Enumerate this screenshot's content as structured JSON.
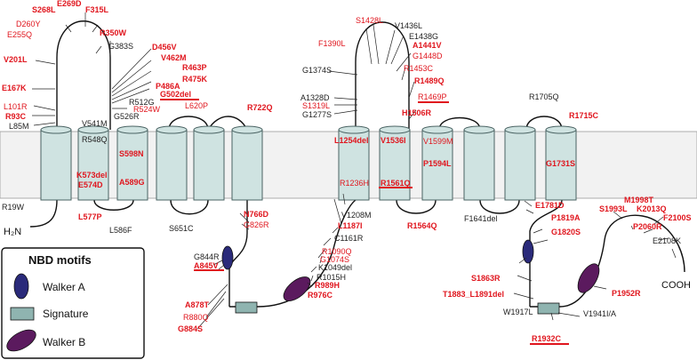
{
  "termini": {
    "n_terminus": "H₂N",
    "c_terminus": "COOH"
  },
  "legend": {
    "title": "NBD motifs",
    "walker_a": "Walker A",
    "signature": "Signature",
    "walker_b": "Walker B"
  },
  "colors": {
    "membrane": "#f2f2f2",
    "helix_fill": "#cfe3e1",
    "helix_stroke": "#4a6363",
    "walker_a": "#2a2a7a",
    "signature": "#8fb4b0",
    "walker_b": "#5b1a5e",
    "mutation_red": "#e0161e",
    "mutation_black": "#222222"
  },
  "mutations": [
    {
      "id": "m-e269d",
      "label": "E269D",
      "color": "red",
      "bold": true,
      "underline": false
    },
    {
      "id": "m-s268l",
      "label": "S268L",
      "color": "red",
      "bold": true,
      "underline": false
    },
    {
      "id": "m-f315l",
      "label": "F315L",
      "color": "red",
      "bold": true,
      "underline": false
    },
    {
      "id": "m-d260y",
      "label": "D260Y",
      "color": "red",
      "bold": false,
      "underline": false
    },
    {
      "id": "m-e255q",
      "label": "E255Q",
      "color": "red",
      "bold": false,
      "underline": false
    },
    {
      "id": "m-r350w",
      "label": "R350W",
      "color": "red",
      "bold": true,
      "underline": false
    },
    {
      "id": "m-g383s",
      "label": "G383S",
      "color": "black",
      "bold": false,
      "underline": false
    },
    {
      "id": "m-v201l",
      "label": "V201L",
      "color": "red",
      "bold": true,
      "underline": false
    },
    {
      "id": "m-d456v",
      "label": "D456V",
      "color": "red",
      "bold": true,
      "underline": false
    },
    {
      "id": "m-v462m",
      "label": "V462M",
      "color": "red",
      "bold": true,
      "underline": false
    },
    {
      "id": "m-r463p",
      "label": "R463P",
      "color": "red",
      "bold": true,
      "underline": false
    },
    {
      "id": "m-r475k",
      "label": "R475K",
      "color": "red",
      "bold": true,
      "underline": false
    },
    {
      "id": "m-p486a",
      "label": "P486A",
      "color": "red",
      "bold": true,
      "underline": false
    },
    {
      "id": "m-e167k",
      "label": "E167K",
      "color": "red",
      "bold": true,
      "underline": false
    },
    {
      "id": "m-r512g",
      "label": "R512G",
      "color": "black",
      "bold": false,
      "underline": false
    },
    {
      "id": "m-g502del",
      "label": "G502del",
      "color": "red",
      "bold": true,
      "underline": true
    },
    {
      "id": "m-l101r",
      "label": "L101R",
      "color": "red",
      "bold": false,
      "underline": false
    },
    {
      "id": "m-r524w",
      "label": "R524W",
      "color": "red",
      "bold": false,
      "underline": false
    },
    {
      "id": "m-l620p",
      "label": "L620P",
      "color": "red",
      "bold": false,
      "underline": false
    },
    {
      "id": "m-r93c",
      "label": "R93C",
      "color": "red",
      "bold": true,
      "underline": false
    },
    {
      "id": "m-g526r",
      "label": "G526R",
      "color": "black",
      "bold": false,
      "underline": false
    },
    {
      "id": "m-l85m",
      "label": "L85M",
      "color": "black",
      "bold": false,
      "underline": false
    },
    {
      "id": "m-v541m",
      "label": "V541M",
      "color": "black",
      "bold": false,
      "underline": false
    },
    {
      "id": "m-r722q",
      "label": "R722Q",
      "color": "red",
      "bold": true,
      "underline": false
    },
    {
      "id": "m-r548q",
      "label": "R548Q",
      "color": "black",
      "bold": false,
      "underline": false
    },
    {
      "id": "m-s598n",
      "label": "S598N",
      "color": "red",
      "bold": true,
      "underline": false
    },
    {
      "id": "m-k573del",
      "label": "K573del",
      "color": "red",
      "bold": true,
      "underline": false
    },
    {
      "id": "m-e574d",
      "label": "E574D",
      "color": "red",
      "bold": true,
      "underline": false
    },
    {
      "id": "m-a589g",
      "label": "A589G",
      "color": "red",
      "bold": true,
      "underline": false
    },
    {
      "id": "m-r19w",
      "label": "R19W",
      "color": "black",
      "bold": false,
      "underline": false
    },
    {
      "id": "m-l577p",
      "label": "L577P",
      "color": "red",
      "bold": true,
      "underline": false
    },
    {
      "id": "m-l586f",
      "label": "L586F",
      "color": "black",
      "bold": false,
      "underline": false
    },
    {
      "id": "m-s651c",
      "label": "S651C",
      "color": "black",
      "bold": false,
      "underline": false
    },
    {
      "id": "m-n766d",
      "label": "N766D",
      "color": "red",
      "bold": true,
      "underline": false
    },
    {
      "id": "m-g826r",
      "label": "G826R",
      "color": "red",
      "bold": false,
      "underline": false
    },
    {
      "id": "m-g844r",
      "label": "G844R",
      "color": "black",
      "bold": false,
      "underline": false
    },
    {
      "id": "m-a845v",
      "label": "A845V",
      "color": "red",
      "bold": true,
      "underline": true
    },
    {
      "id": "m-a878t",
      "label": "A878T",
      "color": "red",
      "bold": true,
      "underline": false
    },
    {
      "id": "m-r880q",
      "label": "R880Q",
      "color": "red",
      "bold": false,
      "underline": false
    },
    {
      "id": "m-g884s",
      "label": "G884S",
      "color": "red",
      "bold": true,
      "underline": false
    },
    {
      "id": "m-s1428l",
      "label": "S1428L",
      "color": "red",
      "bold": false,
      "underline": false
    },
    {
      "id": "m-v1436l",
      "label": "V1436L",
      "color": "black",
      "bold": false,
      "underline": false
    },
    {
      "id": "m-e1438g",
      "label": "E1438G",
      "color": "black",
      "bold": false,
      "underline": false
    },
    {
      "id": "m-f1390l",
      "label": "F1390L",
      "color": "red",
      "bold": false,
      "underline": false
    },
    {
      "id": "m-a1441v",
      "label": "A1441V",
      "color": "red",
      "bold": true,
      "underline": false
    },
    {
      "id": "m-g1448d",
      "label": "G1448D",
      "color": "red",
      "bold": false,
      "underline": false
    },
    {
      "id": "m-g1374s",
      "label": "G1374S",
      "color": "black",
      "bold": false,
      "underline": false
    },
    {
      "id": "m-r1453c",
      "label": "R1453C",
      "color": "red",
      "bold": false,
      "underline": false
    },
    {
      "id": "m-r1489q",
      "label": "R1489Q",
      "color": "red",
      "bold": true,
      "underline": false
    },
    {
      "id": "m-a1328d",
      "label": "A1328D",
      "color": "black",
      "bold": false,
      "underline": false
    },
    {
      "id": "m-r1469p",
      "label": "R1469P",
      "color": "red",
      "bold": false,
      "underline": true
    },
    {
      "id": "m-r1705q",
      "label": "R1705Q",
      "color": "black",
      "bold": false,
      "underline": false
    },
    {
      "id": "m-s1319l",
      "label": "S1319L",
      "color": "red",
      "bold": false,
      "underline": false
    },
    {
      "id": "m-g1277s",
      "label": "G1277S",
      "color": "black",
      "bold": false,
      "underline": false
    },
    {
      "id": "m-h1506r",
      "label": "H1506R",
      "color": "red",
      "bold": true,
      "underline": false
    },
    {
      "id": "m-r1715c",
      "label": "R1715C",
      "color": "red",
      "bold": true,
      "underline": false
    },
    {
      "id": "m-l1254del",
      "label": "L1254del",
      "color": "red",
      "bold": true,
      "underline": false
    },
    {
      "id": "m-v1536i",
      "label": "V1536I",
      "color": "red",
      "bold": true,
      "underline": false
    },
    {
      "id": "m-v1599m",
      "label": "V1599M",
      "color": "red",
      "bold": false,
      "underline": false
    },
    {
      "id": "m-p1594l",
      "label": "P1594L",
      "color": "red",
      "bold": true,
      "underline": false
    },
    {
      "id": "m-g1731s",
      "label": "G1731S",
      "color": "red",
      "bold": true,
      "underline": false
    },
    {
      "id": "m-r1236h",
      "label": "R1236H",
      "color": "red",
      "bold": false,
      "underline": false
    },
    {
      "id": "m-r1561q",
      "label": "R1561Q",
      "color": "red",
      "bold": true,
      "underline": true
    },
    {
      "id": "m-v1208m",
      "label": "V1208M",
      "color": "black",
      "bold": false,
      "underline": false
    },
    {
      "id": "m-l1187i",
      "label": "L1187I",
      "color": "red",
      "bold": true,
      "underline": false
    },
    {
      "id": "m-c1161r",
      "label": "C1161R",
      "color": "black",
      "bold": false,
      "underline": false
    },
    {
      "id": "m-r1090q",
      "label": "R1090Q",
      "color": "red",
      "bold": false,
      "underline": false
    },
    {
      "id": "m-g1074s",
      "label": "G1074S",
      "color": "red",
      "bold": false,
      "underline": false
    },
    {
      "id": "m-k1049del",
      "label": "K1049del",
      "color": "black",
      "bold": false,
      "underline": false
    },
    {
      "id": "m-r1015h",
      "label": "R1015H",
      "color": "black",
      "bold": false,
      "underline": false
    },
    {
      "id": "m-r989h",
      "label": "R989H",
      "color": "red",
      "bold": true,
      "underline": false
    },
    {
      "id": "m-r976c",
      "label": "R976C",
      "color": "red",
      "bold": true,
      "underline": false
    },
    {
      "id": "m-r1564q",
      "label": "R1564Q",
      "color": "red",
      "bold": true,
      "underline": false
    },
    {
      "id": "m-f1641del",
      "label": "F1641del",
      "color": "black",
      "bold": false,
      "underline": false
    },
    {
      "id": "m-e1781d",
      "label": "E1781D",
      "color": "red",
      "bold": true,
      "underline": false
    },
    {
      "id": "m-p1819a",
      "label": "P1819A",
      "color": "red",
      "bold": true,
      "underline": false
    },
    {
      "id": "m-g1820s",
      "label": "G1820S",
      "color": "red",
      "bold": true,
      "underline": false
    },
    {
      "id": "m-m1998t",
      "label": "M1998T",
      "color": "red",
      "bold": true,
      "underline": false
    },
    {
      "id": "m-s1993l",
      "label": "S1993L",
      "color": "red",
      "bold": true,
      "underline": false
    },
    {
      "id": "m-k2013q",
      "label": "K2013Q",
      "color": "red",
      "bold": true,
      "underline": false
    },
    {
      "id": "m-f2100s",
      "label": "F2100S",
      "color": "red",
      "bold": true,
      "underline": false
    },
    {
      "id": "m-p2060r",
      "label": "P2060R",
      "color": "red",
      "bold": true,
      "underline": false
    },
    {
      "id": "m-e2108k",
      "label": "E2108K",
      "color": "black",
      "bold": false,
      "underline": false
    },
    {
      "id": "m-s1863r",
      "label": "S1863R",
      "color": "red",
      "bold": true,
      "underline": false
    },
    {
      "id": "m-t1883-l1891del",
      "label": "T1883_L1891del",
      "color": "red",
      "bold": true,
      "underline": false
    },
    {
      "id": "m-p1952r",
      "label": "P1952R",
      "color": "red",
      "bold": true,
      "underline": false
    },
    {
      "id": "m-w1917l",
      "label": "W1917L",
      "color": "black",
      "bold": false,
      "underline": false
    },
    {
      "id": "m-v1941i-a",
      "label": "V1941I/A",
      "color": "black",
      "bold": false,
      "underline": false
    },
    {
      "id": "m-r1932c",
      "label": "R1932C",
      "color": "red",
      "bold": true,
      "underline": true
    }
  ]
}
